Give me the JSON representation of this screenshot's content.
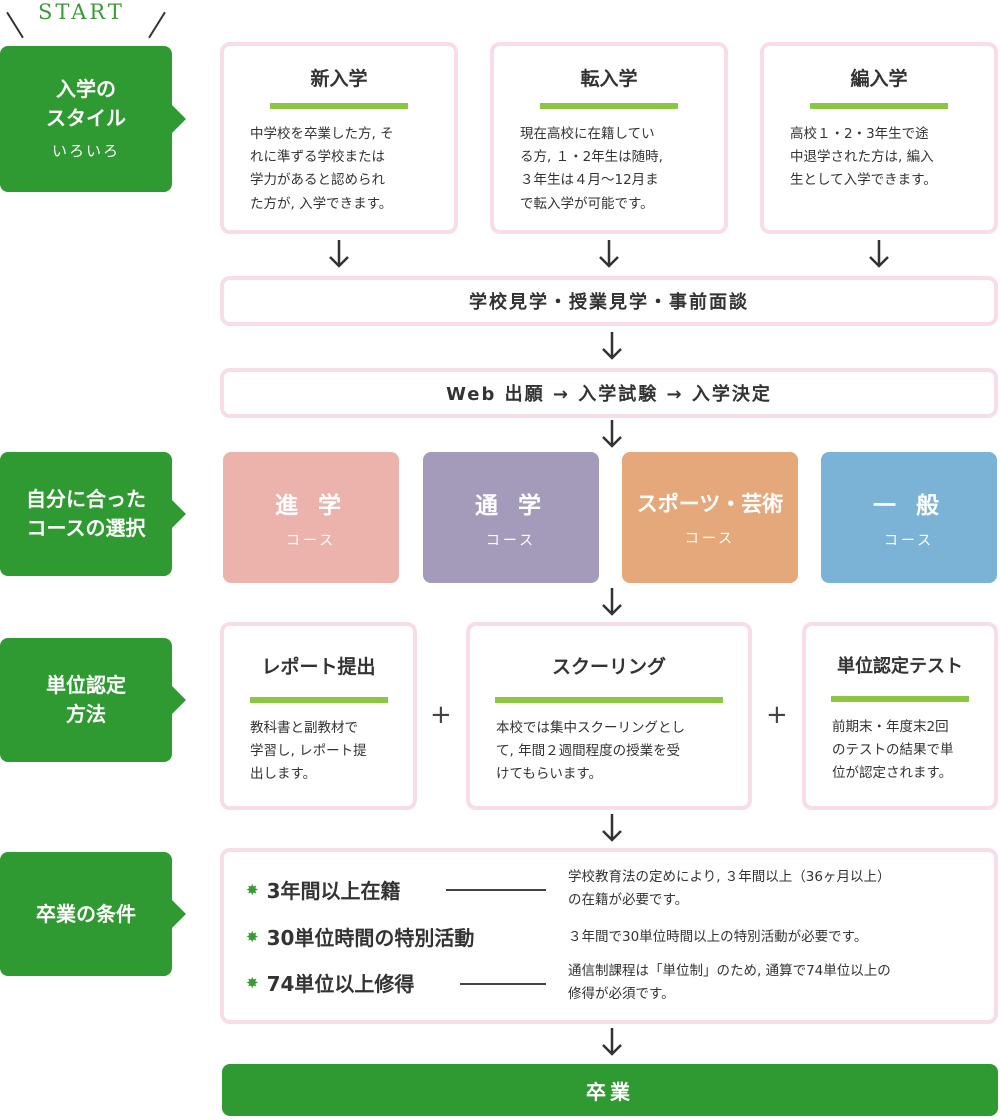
{
  "start_label": "START",
  "sections": {
    "entry": {
      "title_line1": "入学の",
      "title_line2": "スタイル",
      "subtitle": "いろいろ"
    },
    "course": {
      "title_line1": "自分に合った",
      "title_line2": "コースの選択"
    },
    "credit": {
      "title_line1": "単位認定",
      "title_line2": "方法"
    },
    "graduation": {
      "title": "卒業の条件"
    }
  },
  "entry_types": [
    {
      "title": "新入学",
      "lines": [
        "中学校を卒業した方, そ",
        "れに準ずる学校または",
        "学力があると認められ",
        "た方が, 入学できます。"
      ]
    },
    {
      "title": "転入学",
      "lines": [
        "現在高校に在籍してい",
        "る方, １・2年生は随時,",
        "３年生は４月〜12月ま",
        "で転入学が可能です。"
      ]
    },
    {
      "title": "編入学",
      "lines": [
        "高校１・2・3年生で途",
        "中退学された方は, 編入",
        "生として入学できます。"
      ]
    }
  ],
  "step_visit": "学校見学・授業見学・事前面談",
  "step_apply": "Web 出願 → 入学試験 → 入学決定",
  "courses": [
    {
      "name": "進 学",
      "sub": "コース",
      "color": "#ebb3ac"
    },
    {
      "name": "通 学",
      "sub": "コース",
      "color": "#a49aba"
    },
    {
      "name": "スポーツ・芸術",
      "sub": "コース",
      "color": "#e5a87a"
    },
    {
      "name": "一 般",
      "sub": "コース",
      "color": "#7ab3d6"
    }
  ],
  "credit_methods": [
    {
      "title": "レポート提出",
      "lines": [
        "教科書と副教材で",
        "学習し, レポート提",
        "出します。"
      ]
    },
    {
      "title": "スクーリング",
      "lines": [
        "本校では集中スクーリングとし",
        "て, 年間２週間程度の授業を受",
        "けてもらいます。"
      ]
    },
    {
      "title": "単位認定テスト",
      "lines": [
        "前期末・年度末2回",
        "のテストの結果で単",
        "位が認定されます。"
      ]
    }
  ],
  "plus_sign": "+",
  "conditions": [
    {
      "name": "3年間以上在籍",
      "desc_lines": [
        "学校教育法の定めにより, ３年間以上（36ヶ月以上）",
        "の在籍が必要です。"
      ]
    },
    {
      "name": "30単位時間の特別活動",
      "desc_lines": [
        "３年間で30単位時間以上の特別活動が必要です。"
      ]
    },
    {
      "name": "74単位以上修得",
      "desc_lines": [
        "通信制課程は「単位制」のため, 通算で74単位以上の",
        "修得が必須です。"
      ]
    }
  ],
  "graduate": "卒業",
  "colors": {
    "green": "#2f9a31",
    "bar_green": "#8dc63f",
    "pink_border": "#f8dce6"
  },
  "icons": {
    "arrow": "down-arrow-icon",
    "star": "star-icon"
  }
}
